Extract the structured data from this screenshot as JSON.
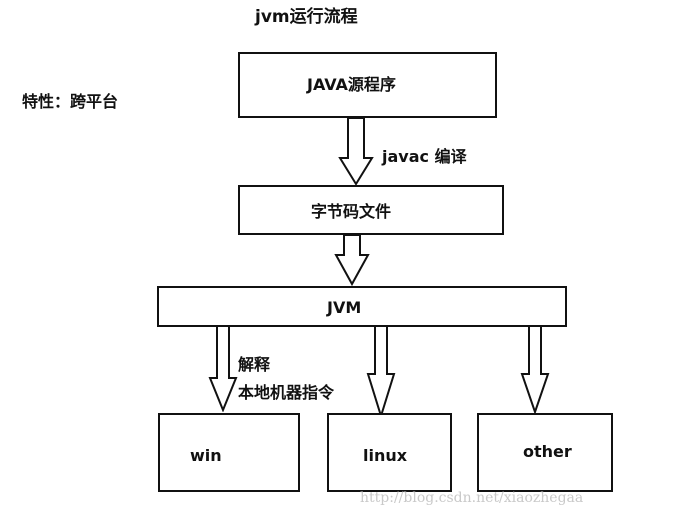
{
  "title": "jvm运行流程",
  "feature": "特性：跨平台",
  "boxes": {
    "source": "JAVA源程序",
    "bytecode": "字节码文件",
    "jvm": "JVM",
    "win": "win",
    "linux": "linux",
    "other": "other"
  },
  "arrow_labels": {
    "compile": "javac  编译",
    "interpret": "解释",
    "native": "本地机器指令"
  },
  "watermark": "http://blog.csdn.net/xiaozhegaa",
  "colors": {
    "line": "#111111",
    "background": "#ffffff",
    "watermark": "#c9c9c9"
  }
}
